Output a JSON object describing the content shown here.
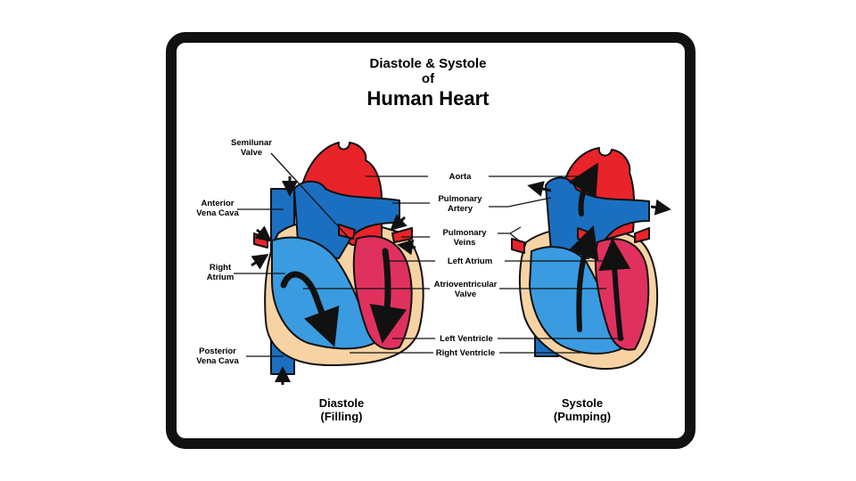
{
  "title": {
    "line1": "Diastole & Systole",
    "line2": "of",
    "line3": "Human Heart"
  },
  "left_labels": {
    "semilunar_valve": "Semilunar\nValve",
    "anterior_vena_cava": "Anterior\nVena Cava",
    "right_atrium": "Right\nAtrium",
    "posterior_vena_cava": "Posterior\nVena Cava"
  },
  "center_labels": {
    "aorta": "Aorta",
    "pulmonary_artery": "Pulmonary\nArtery",
    "pulmonary_veins": "Pulmonary\nVeins",
    "left_atrium": "Left Atrium",
    "atrioventricular_valve": "Atrioventricular\nValve",
    "left_ventricle": "Left Ventricle",
    "right_ventricle": "Right Ventricle"
  },
  "captions": {
    "diastole": "Diastole\n(Filling)",
    "systole": "Systole\n(Pumping)"
  },
  "colors": {
    "oxygenated": "#e8232a",
    "deoxygenated_dark": "#1b6fc0",
    "deoxygenated_light": "#3a9be0",
    "left_ventricle_pink": "#e0315e",
    "myocardium": "#f7d3a4",
    "outline": "#111111"
  }
}
